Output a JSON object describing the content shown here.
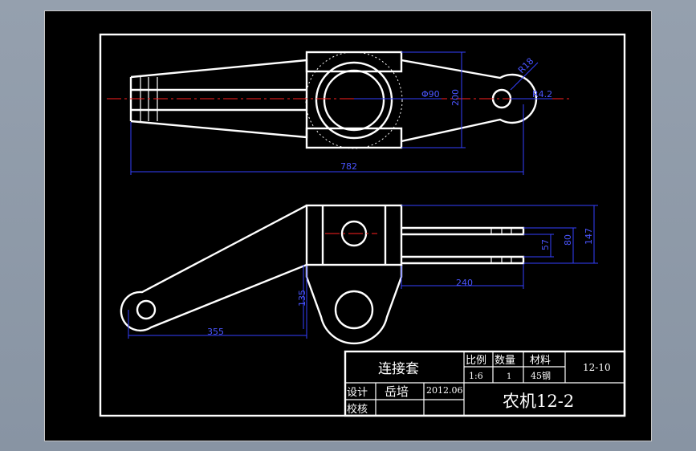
{
  "drawing": {
    "dimensions": {
      "overall_length": "782",
      "bore_diameter": "Φ90",
      "hub_height": "200",
      "lug_radius": "R18",
      "hole_radius": "R4.2",
      "arm_length": "355",
      "hub_offset": "135",
      "fork_length": "240",
      "slot_width": "57",
      "fork_gap": "80",
      "fork_height": "147"
    }
  },
  "title_block": {
    "part_name": "连接套",
    "scale_label": "比例",
    "scale_value": "1:6",
    "quantity_label": "数量",
    "quantity_value": "1",
    "material_label": "材料",
    "material_value": "45钢",
    "drawing_code": "12-10",
    "designer_label": "设计",
    "designer_name": "岳培",
    "date": "2012.06",
    "checker_label": "校核",
    "drawing_number": "农机12-2"
  },
  "colors": {
    "background": "#000000",
    "outline": "#ffffff",
    "dimension": "#3340ff",
    "centerline": "#ff2020"
  }
}
